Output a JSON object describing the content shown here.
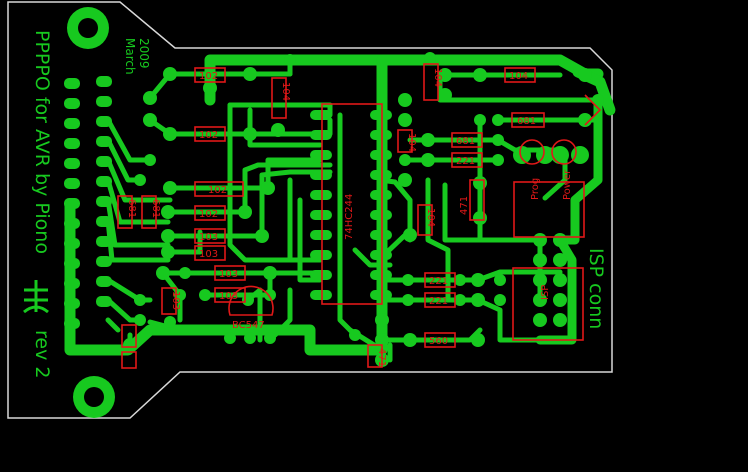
{
  "board": {
    "title_lines": [
      "PPPPO for AVR by Piono",
      "rev 2"
    ],
    "date_lines": [
      "March",
      "2009"
    ],
    "isp_label": "ISP conn"
  },
  "silkscreen": {
    "r_top": "102",
    "r_top2": "104",
    "r_mid1": "102",
    "r_mid2": "102",
    "r_left1": "102",
    "r_left2": "103",
    "r_left3": "103",
    "r_left4": "103",
    "r_left5": "103",
    "r_bot": "103",
    "c_vert": "104",
    "c_mid": "104",
    "c_right": "104",
    "r681": "681",
    "r681b": "681",
    "r221a": "221",
    "r221b": "221",
    "r221c": "221",
    "r221d": "221",
    "r560": "560",
    "r471a": "471",
    "r471b": "471",
    "r681v1": "681",
    "r681v2": "681",
    "r103v": "103",
    "r104v": "104",
    "ic_label": "74HC244",
    "q_label": "BC547",
    "led1": "Prog",
    "led2": "Power",
    "conn": "ISP",
    "rev_side": "rev2"
  }
}
